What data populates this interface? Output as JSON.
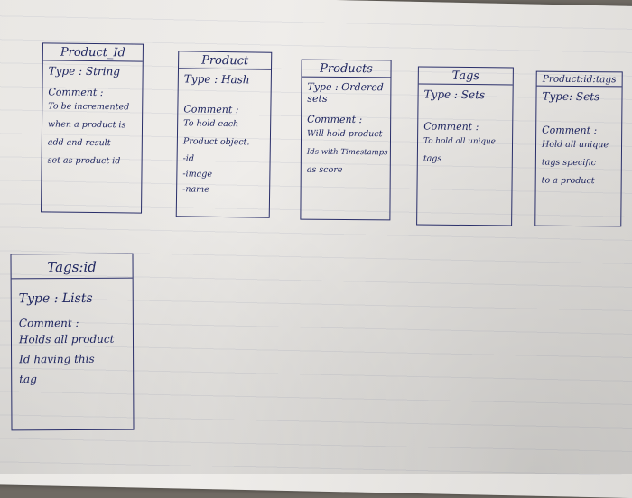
{
  "cards": [
    {
      "title": "Product_Id",
      "type": "Type : String",
      "comment_label": "Comment :",
      "comment_lines": [
        "To be incremented",
        "when a product is",
        "add and result",
        "set as product id"
      ],
      "fields": []
    },
    {
      "title": "Product",
      "type": "Type : Hash",
      "comment_label": "Comment :",
      "comment_lines": [
        "To hold each",
        "Product object."
      ],
      "fields": [
        "-id",
        "-image",
        "-name"
      ]
    },
    {
      "title": "Products",
      "type": "Type : Ordered sets",
      "comment_label": "Comment :",
      "comment_lines": [
        "Will hold product",
        "Ids with Timestamps",
        "as score"
      ],
      "fields": []
    },
    {
      "title": "Tags",
      "type": "Type : Sets",
      "comment_label": "Comment :",
      "comment_lines": [
        "To hold all unique",
        "tags"
      ],
      "fields": []
    },
    {
      "title": "Product:id:tags",
      "type": "Type: Sets",
      "comment_label": "Comment :",
      "comment_lines": [
        "Hold all unique",
        "tags specific",
        "to a product"
      ],
      "fields": []
    },
    {
      "title": "Tags:id",
      "type": "Type : Lists",
      "comment_label": "Comment :",
      "comment_lines": [
        "Holds all product",
        "Id having this",
        "tag"
      ],
      "fields": []
    }
  ]
}
